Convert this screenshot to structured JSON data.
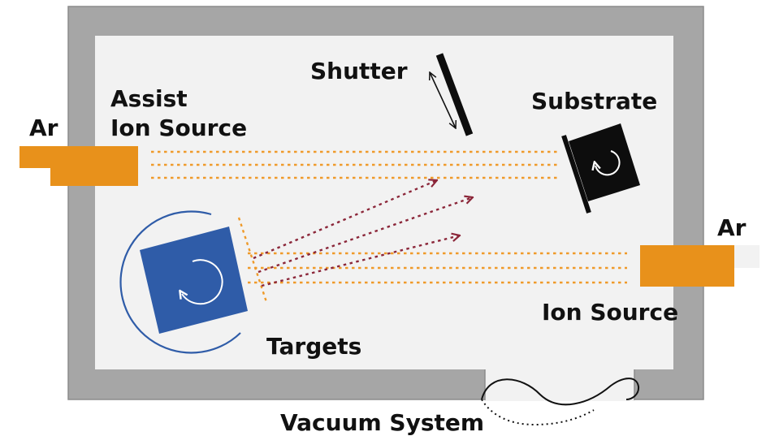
{
  "labels": {
    "ar_left": "Ar",
    "assist_line1": "Assist",
    "assist_line2": "Ion Source",
    "shutter": "Shutter",
    "substrate": "Substrate",
    "ar_right": "Ar",
    "ion_source": "Ion Source",
    "targets": "Targets",
    "vacuum": "Vacuum System"
  },
  "colors": {
    "chamber_wall": "#a6a6a6",
    "chamber_wall_edge": "#8c8c8c",
    "chamber_interior": "#f2f2f2",
    "ion_source_orange": "#e8911b",
    "ion_beam": "#ef9a2a",
    "sputter_flux": "#8b2639",
    "target_blue": "#2f5ca8",
    "substrate_black": "#0d0d0d",
    "text": "#111111"
  },
  "icons": {
    "target_rotation": "circular-arrow-icon",
    "substrate_rotation": "circular-arrow-icon",
    "shutter_motion": "double-arrow-icon"
  }
}
